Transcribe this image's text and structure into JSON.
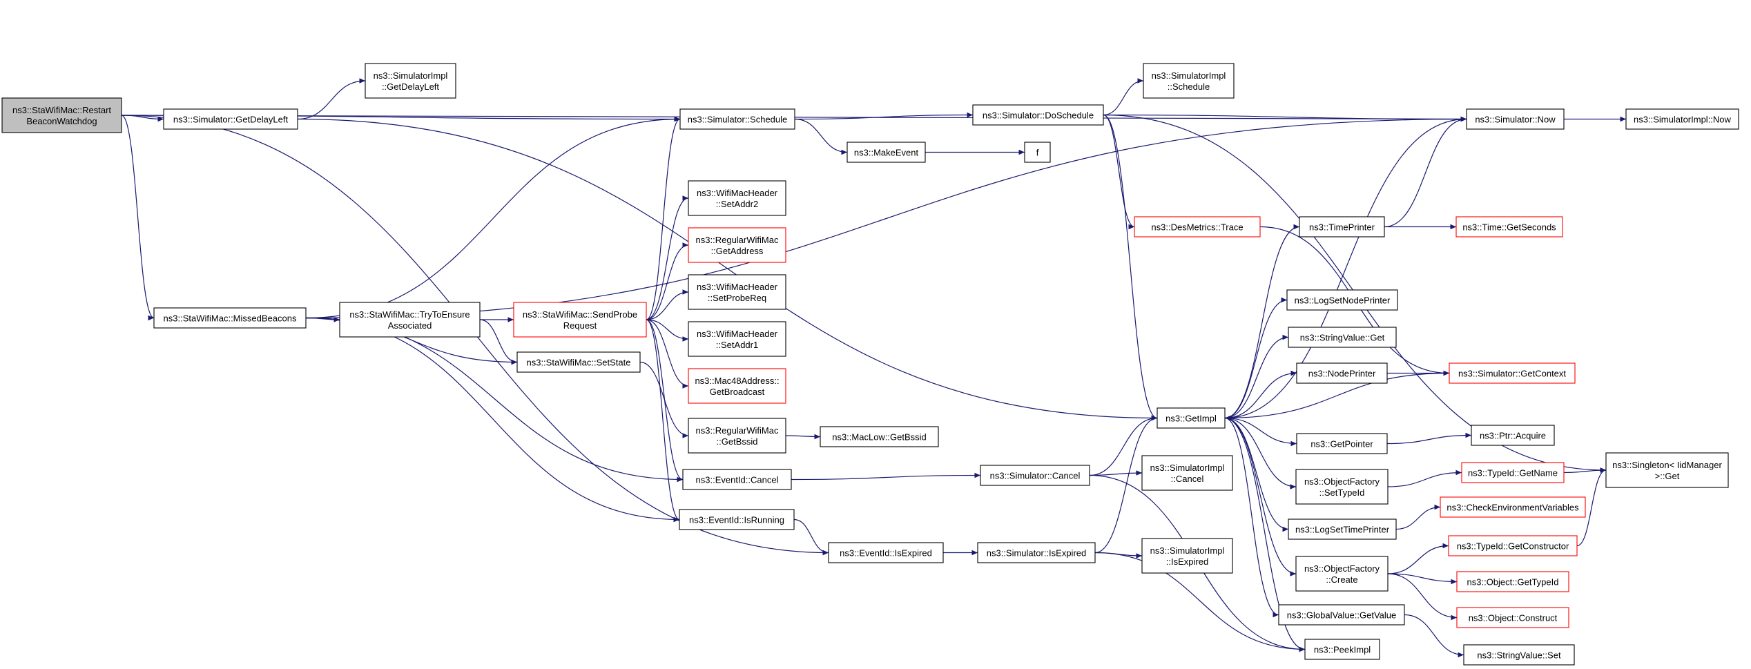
{
  "nodes": [
    {
      "id": "restart",
      "lines": [
        "ns3::StaWifiMac::Restart",
        "BeaconWatchdog"
      ],
      "style": "root"
    },
    {
      "id": "getDelayLeft",
      "lines": [
        "ns3::Simulator::GetDelayLeft"
      ]
    },
    {
      "id": "implGetDelayLeft",
      "lines": [
        "ns3::SimulatorImpl",
        "::GetDelayLeft"
      ]
    },
    {
      "id": "schedule",
      "lines": [
        "ns3::Simulator::Schedule"
      ]
    },
    {
      "id": "doSchedule",
      "lines": [
        "ns3::Simulator::DoSchedule"
      ]
    },
    {
      "id": "implSchedule",
      "lines": [
        "ns3::SimulatorImpl",
        "::Schedule"
      ]
    },
    {
      "id": "makeEvent",
      "lines": [
        "ns3::MakeEvent"
      ]
    },
    {
      "id": "f",
      "lines": [
        "f"
      ]
    },
    {
      "id": "now",
      "lines": [
        "ns3::Simulator::Now"
      ]
    },
    {
      "id": "implNow",
      "lines": [
        "ns3::SimulatorImpl::Now"
      ]
    },
    {
      "id": "missedBeacons",
      "lines": [
        "ns3::StaWifiMac::MissedBeacons"
      ]
    },
    {
      "id": "tryToEnsure",
      "lines": [
        "ns3::StaWifiMac::TryToEnsure",
        "Associated"
      ]
    },
    {
      "id": "sendProbe",
      "lines": [
        "ns3::StaWifiMac::SendProbe",
        "Request"
      ],
      "style": "red"
    },
    {
      "id": "setAddr2",
      "lines": [
        "ns3::WifiMacHeader",
        "::SetAddr2"
      ]
    },
    {
      "id": "getAddress",
      "lines": [
        "ns3::RegularWifiMac",
        "::GetAddress"
      ],
      "style": "red"
    },
    {
      "id": "setProbeReq",
      "lines": [
        "ns3::WifiMacHeader",
        "::SetProbeReq"
      ]
    },
    {
      "id": "setAddr1",
      "lines": [
        "ns3::WifiMacHeader",
        "::SetAddr1"
      ]
    },
    {
      "id": "getBroadcast",
      "lines": [
        "ns3::Mac48Address::",
        "GetBroadcast"
      ],
      "style": "red"
    },
    {
      "id": "setState",
      "lines": [
        "ns3::StaWifiMac::SetState"
      ]
    },
    {
      "id": "getBssid",
      "lines": [
        "ns3::RegularWifiMac",
        "::GetBssid"
      ]
    },
    {
      "id": "macLowGetBssid",
      "lines": [
        "ns3::MacLow::GetBssid"
      ]
    },
    {
      "id": "cancel",
      "lines": [
        "ns3::EventId::Cancel"
      ]
    },
    {
      "id": "isRunning",
      "lines": [
        "ns3::EventId::IsRunning"
      ]
    },
    {
      "id": "isExpired",
      "lines": [
        "ns3::EventId::IsExpired"
      ]
    },
    {
      "id": "simCancel",
      "lines": [
        "ns3::Simulator::Cancel"
      ]
    },
    {
      "id": "implCancel",
      "lines": [
        "ns3::SimulatorImpl",
        "::Cancel"
      ]
    },
    {
      "id": "simIsExpired",
      "lines": [
        "ns3::Simulator::IsExpired"
      ]
    },
    {
      "id": "implIsExpired",
      "lines": [
        "ns3::SimulatorImpl",
        "::IsExpired"
      ]
    },
    {
      "id": "desTrace",
      "lines": [
        "ns3::DesMetrics::Trace"
      ],
      "style": "red"
    },
    {
      "id": "getImpl",
      "lines": [
        "ns3::GetImpl"
      ]
    },
    {
      "id": "timePrinter",
      "lines": [
        "ns3::TimePrinter"
      ]
    },
    {
      "id": "getSeconds",
      "lines": [
        "ns3::Time::GetSeconds"
      ],
      "style": "red"
    },
    {
      "id": "logSetNodePrinter",
      "lines": [
        "ns3::LogSetNodePrinter"
      ]
    },
    {
      "id": "stringValueGet",
      "lines": [
        "ns3::StringValue::Get"
      ]
    },
    {
      "id": "nodePrinter",
      "lines": [
        "ns3::NodePrinter"
      ]
    },
    {
      "id": "getContext",
      "lines": [
        "ns3::Simulator::GetContext"
      ],
      "style": "red"
    },
    {
      "id": "getPointer",
      "lines": [
        "ns3::GetPointer"
      ]
    },
    {
      "id": "ptrAcquire",
      "lines": [
        "ns3::Ptr::Acquire"
      ]
    },
    {
      "id": "ofSetTypeId",
      "lines": [
        "ns3::ObjectFactory",
        "::SetTypeId"
      ]
    },
    {
      "id": "typeIdGetName",
      "lines": [
        "ns3::TypeId::GetName"
      ],
      "style": "red"
    },
    {
      "id": "singletonGet",
      "lines": [
        "ns3::Singleton< IidManager",
        ">::Get"
      ]
    },
    {
      "id": "logSetTimePrinter",
      "lines": [
        "ns3::LogSetTimePrinter"
      ]
    },
    {
      "id": "checkEnv",
      "lines": [
        "ns3::CheckEnvironmentVariables"
      ],
      "style": "red"
    },
    {
      "id": "ofCreate",
      "lines": [
        "ns3::ObjectFactory",
        "::Create"
      ]
    },
    {
      "id": "getConstructor",
      "lines": [
        "ns3::TypeId::GetConstructor"
      ],
      "style": "red"
    },
    {
      "id": "objGetTypeId",
      "lines": [
        "ns3::Object::GetTypeId"
      ],
      "style": "red"
    },
    {
      "id": "objConstruct",
      "lines": [
        "ns3::Object::Construct"
      ],
      "style": "red"
    },
    {
      "id": "globalValueGetValue",
      "lines": [
        "ns3::GlobalValue::GetValue"
      ]
    },
    {
      "id": "peekImpl",
      "lines": [
        "ns3::PeekImpl"
      ]
    },
    {
      "id": "stringValueSet",
      "lines": [
        "ns3::StringValue::Set"
      ]
    }
  ],
  "edges": [
    [
      "restart",
      "getDelayLeft"
    ],
    [
      "restart",
      "schedule"
    ],
    [
      "restart",
      "now"
    ],
    [
      "restart",
      "missedBeacons"
    ],
    [
      "restart",
      "isExpired"
    ],
    [
      "getDelayLeft",
      "implGetDelayLeft"
    ],
    [
      "getDelayLeft",
      "getImpl"
    ],
    [
      "schedule",
      "doSchedule"
    ],
    [
      "schedule",
      "makeEvent"
    ],
    [
      "makeEvent",
      "f"
    ],
    [
      "doSchedule",
      "implSchedule"
    ],
    [
      "doSchedule",
      "now"
    ],
    [
      "doSchedule",
      "desTrace"
    ],
    [
      "doSchedule",
      "getImpl"
    ],
    [
      "doSchedule",
      "singletonGet"
    ],
    [
      "now",
      "implNow"
    ],
    [
      "missedBeacons",
      "schedule"
    ],
    [
      "missedBeacons",
      "now"
    ],
    [
      "missedBeacons",
      "tryToEnsure"
    ],
    [
      "missedBeacons",
      "setState"
    ],
    [
      "missedBeacons",
      "cancel"
    ],
    [
      "missedBeacons",
      "isRunning"
    ],
    [
      "tryToEnsure",
      "sendProbe"
    ],
    [
      "tryToEnsure",
      "setState"
    ],
    [
      "sendProbe",
      "schedule"
    ],
    [
      "sendProbe",
      "setAddr2"
    ],
    [
      "sendProbe",
      "getAddress"
    ],
    [
      "sendProbe",
      "setProbeReq"
    ],
    [
      "sendProbe",
      "setAddr1"
    ],
    [
      "sendProbe",
      "getBroadcast"
    ],
    [
      "sendProbe",
      "cancel"
    ],
    [
      "sendProbe",
      "isRunning"
    ],
    [
      "setState",
      "getBssid"
    ],
    [
      "getBssid",
      "macLowGetBssid"
    ],
    [
      "cancel",
      "simCancel"
    ],
    [
      "isRunning",
      "isExpired"
    ],
    [
      "isExpired",
      "simIsExpired"
    ],
    [
      "simCancel",
      "implCancel"
    ],
    [
      "simCancel",
      "getImpl"
    ],
    [
      "simCancel",
      "peekImpl"
    ],
    [
      "simIsExpired",
      "implIsExpired"
    ],
    [
      "simIsExpired",
      "getImpl"
    ],
    [
      "simIsExpired",
      "peekImpl"
    ],
    [
      "desTrace",
      "getContext"
    ],
    [
      "getImpl",
      "now"
    ],
    [
      "getImpl",
      "timePrinter"
    ],
    [
      "getImpl",
      "logSetNodePrinter"
    ],
    [
      "getImpl",
      "stringValueGet"
    ],
    [
      "getImpl",
      "nodePrinter"
    ],
    [
      "getImpl",
      "getPointer"
    ],
    [
      "getImpl",
      "ofSetTypeId"
    ],
    [
      "getImpl",
      "logSetTimePrinter"
    ],
    [
      "getImpl",
      "ofCreate"
    ],
    [
      "getImpl",
      "globalValueGetValue"
    ],
    [
      "getImpl",
      "peekImpl"
    ],
    [
      "timePrinter",
      "now"
    ],
    [
      "timePrinter",
      "getSeconds"
    ],
    [
      "nodePrinter",
      "getContext"
    ],
    [
      "getContext",
      "getImpl"
    ],
    [
      "getPointer",
      "ptrAcquire"
    ],
    [
      "ofSetTypeId",
      "typeIdGetName"
    ],
    [
      "typeIdGetName",
      "singletonGet"
    ],
    [
      "logSetTimePrinter",
      "checkEnv"
    ],
    [
      "ofCreate",
      "getConstructor"
    ],
    [
      "ofCreate",
      "objGetTypeId"
    ],
    [
      "ofCreate",
      "objConstruct"
    ],
    [
      "getConstructor",
      "singletonGet"
    ],
    [
      "globalValueGetValue",
      "stringValueSet"
    ]
  ]
}
